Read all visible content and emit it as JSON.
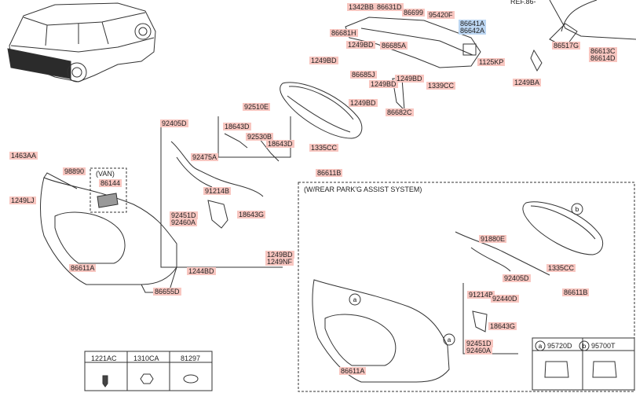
{
  "labels": [
    {
      "text": "1342BB"
    },
    {
      "text": "86631D"
    },
    {
      "text": "86699"
    },
    {
      "text": "95420F"
    },
    {
      "text": "86641A",
      "hl": true
    },
    {
      "text": "86642A",
      "hl": true
    },
    {
      "text": "86681H"
    },
    {
      "text": "1249BD"
    },
    {
      "text": "86685A"
    },
    {
      "text": "1249BD"
    },
    {
      "text": "1125KP"
    },
    {
      "text": "86685J"
    },
    {
      "text": "1249BD"
    },
    {
      "text": "1249BD"
    },
    {
      "text": "1339CC"
    },
    {
      "text": "1249BD"
    },
    {
      "text": "86682C"
    },
    {
      "text": "86517G"
    },
    {
      "text": "86613C"
    },
    {
      "text": "86614D"
    },
    {
      "text": "1249BA"
    },
    {
      "text": "92510E"
    },
    {
      "text": "92405D"
    },
    {
      "text": "18643D"
    },
    {
      "text": "92530B"
    },
    {
      "text": "18643D"
    },
    {
      "text": "1335CC"
    },
    {
      "text": "86611B"
    },
    {
      "text": "92475A"
    },
    {
      "text": "1463AA"
    },
    {
      "text": "98890"
    },
    {
      "text": "86144"
    },
    {
      "text": "1249LJ"
    },
    {
      "text": "91214B"
    },
    {
      "text": "92451D"
    },
    {
      "text": "92460A"
    },
    {
      "text": "18643G"
    },
    {
      "text": "1249BD"
    },
    {
      "text": "1249NF"
    },
    {
      "text": "86611A"
    },
    {
      "text": "1244BD"
    },
    {
      "text": "86655D"
    },
    {
      "text": "91880E"
    },
    {
      "text": "1335CC"
    },
    {
      "text": "92405D"
    },
    {
      "text": "86611B"
    },
    {
      "text": "91214B"
    },
    {
      "text": "92440D"
    },
    {
      "text": "18643G"
    },
    {
      "text": "92451D"
    },
    {
      "text": "92460A"
    },
    {
      "text": "86611A"
    },
    {
      "text": "95720D"
    },
    {
      "text": "95700T"
    }
  ],
  "texts": {
    "van": "(VAN)",
    "section": "(W/REAR PARK'G ASSIST SYSTEM)",
    "ref_partial": "REF.86-"
  },
  "callouts": {
    "a": "a",
    "b": "b"
  },
  "parts_table": {
    "headers": [
      "1221AC",
      "1310CA",
      "81297"
    ]
  },
  "legend": {
    "a_letter": "a",
    "a_part": "95720D",
    "b_letter": "b",
    "b_part": "95700T"
  }
}
